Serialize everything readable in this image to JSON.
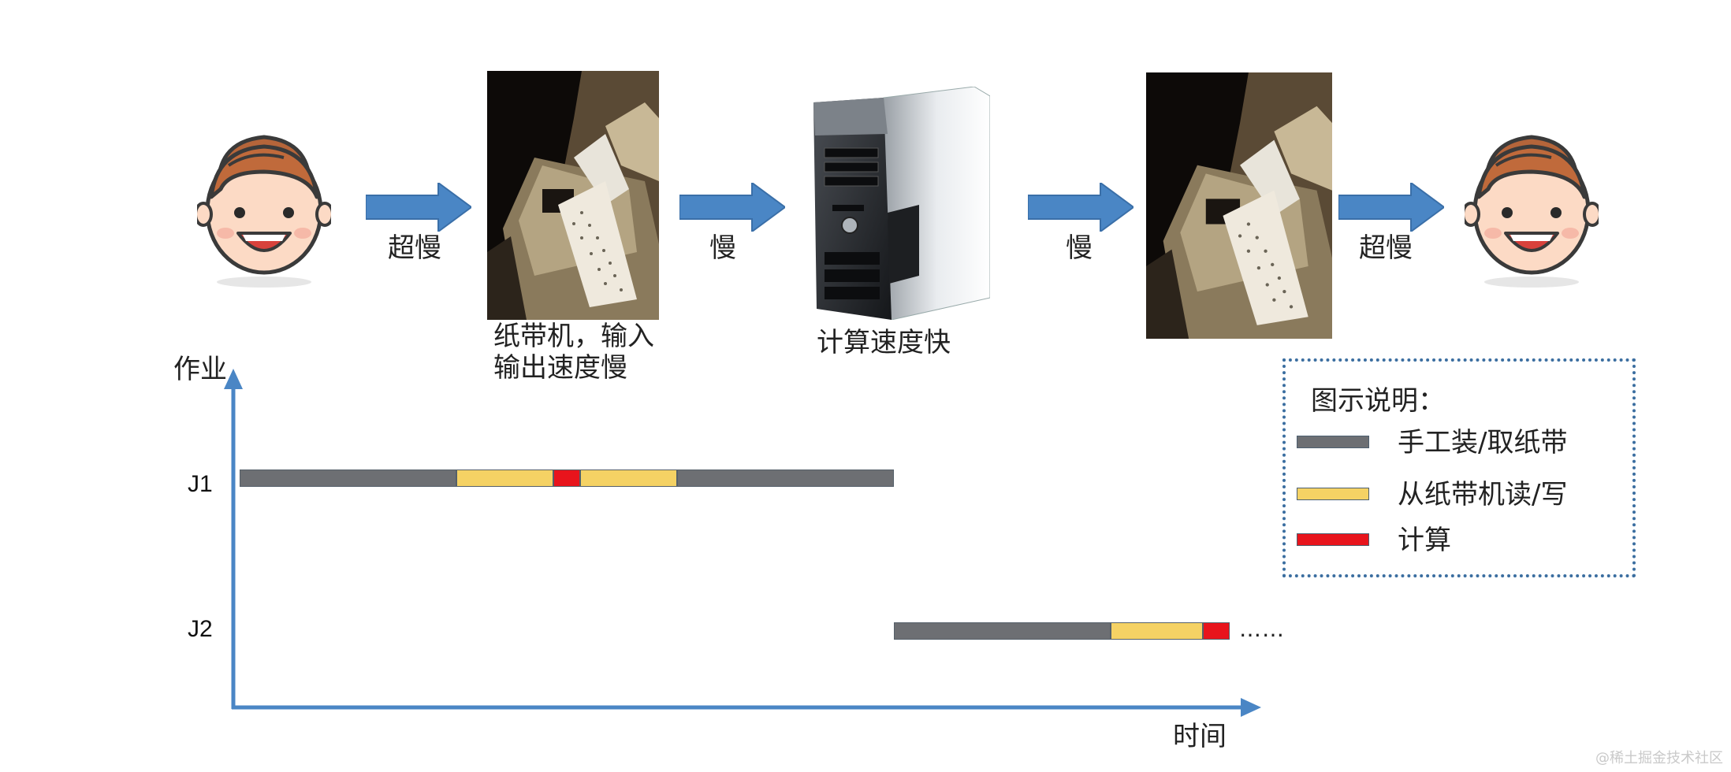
{
  "flow": {
    "arrow_labels": [
      "超慢",
      "慢",
      "慢",
      "超慢"
    ],
    "tape_caption_line1": "纸带机，输入",
    "tape_caption_line2": "输出速度慢",
    "computer_caption": "计算速度快"
  },
  "axes": {
    "y_label": "作业",
    "x_label": "时间"
  },
  "jobs": [
    {
      "label": "J1",
      "segments": [
        {
          "kind": "manual",
          "start": 0,
          "end": 275
        },
        {
          "kind": "io",
          "start": 275,
          "end": 398
        },
        {
          "kind": "compute",
          "start": 398,
          "end": 432
        },
        {
          "kind": "io",
          "start": 432,
          "end": 555
        },
        {
          "kind": "manual",
          "start": 555,
          "end": 830
        }
      ]
    },
    {
      "label": "J2",
      "segments": [
        {
          "kind": "manual",
          "start": 830,
          "end": 1105
        },
        {
          "kind": "io",
          "start": 1105,
          "end": 1222
        },
        {
          "kind": "compute",
          "start": 1222,
          "end": 1256
        }
      ],
      "continuation": "……"
    }
  ],
  "legend": {
    "title": "图示说明：",
    "items": [
      {
        "kind": "manual",
        "label": "手工装/取纸带",
        "color": "#6d6f73"
      },
      {
        "kind": "io",
        "label": "从纸带机读/写",
        "color": "#f5d264"
      },
      {
        "kind": "compute",
        "label": "计算",
        "color": "#e8141c"
      }
    ]
  },
  "colors": {
    "arrow": "#4a86c5",
    "axis": "#4a86c5",
    "manual": "#6d6f73",
    "io": "#f5d264",
    "compute": "#e8141c",
    "legend_border": "#3b6ea0"
  },
  "watermark": "@稀土掘金技术社区"
}
